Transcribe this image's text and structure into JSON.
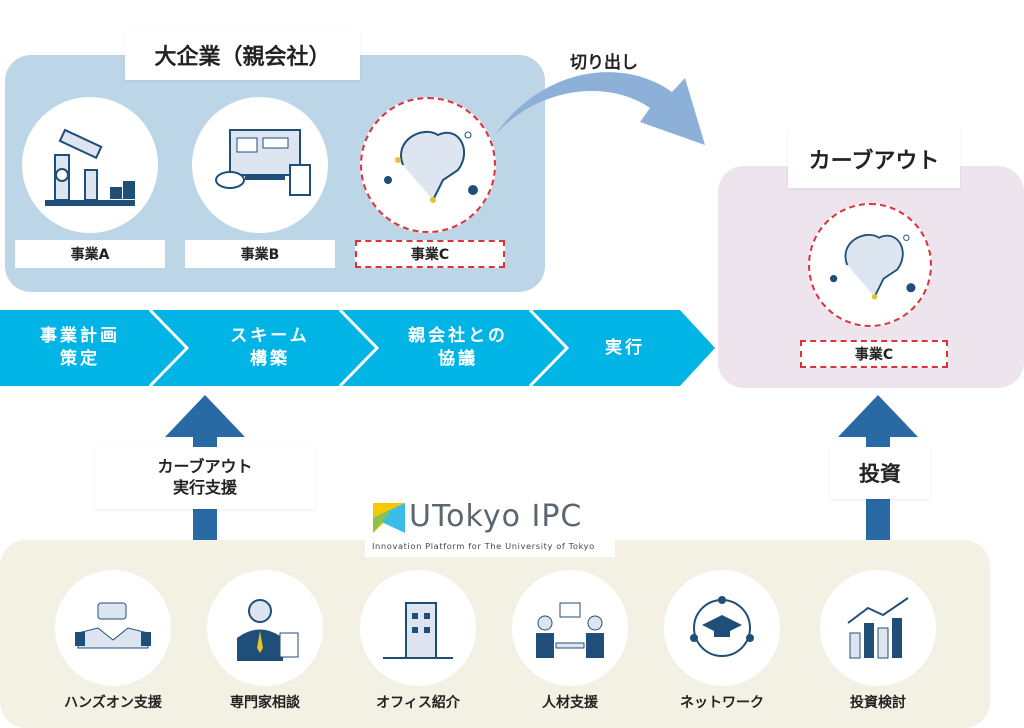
{
  "parent": {
    "title": "大企業（親会社）",
    "businesses": [
      "事業A",
      "事業B",
      "事業C"
    ]
  },
  "carveout_label": "切り出し",
  "carveout": {
    "title": "カーブアウト",
    "business": "事業C"
  },
  "steps": [
    {
      "line1": "事業計画",
      "line2": "策定"
    },
    {
      "line1": "スキーム",
      "line2": "構築"
    },
    {
      "line1": "親会社との",
      "line2": "協議"
    },
    {
      "line1": "実行",
      "line2": ""
    }
  ],
  "support": {
    "line1": "カーブアウト",
    "line2": "実行支援"
  },
  "investment": "投資",
  "logo": {
    "name": "UTokyo IPC",
    "tagline": "Innovation Platform for The University of Tokyo"
  },
  "services": [
    "ハンズオン支援",
    "専門家相談",
    "オフィス紹介",
    "人材支援",
    "ネットワーク",
    "投資検討"
  ],
  "colors": {
    "band": "#00b4e6",
    "arrow": "#2a6aa4",
    "curve": "#8db0d8",
    "top_panel": "#bcd6e8",
    "right_panel": "#ede4ee",
    "bottom_panel": "#f3f1e3",
    "dashed": "#e0303a"
  }
}
